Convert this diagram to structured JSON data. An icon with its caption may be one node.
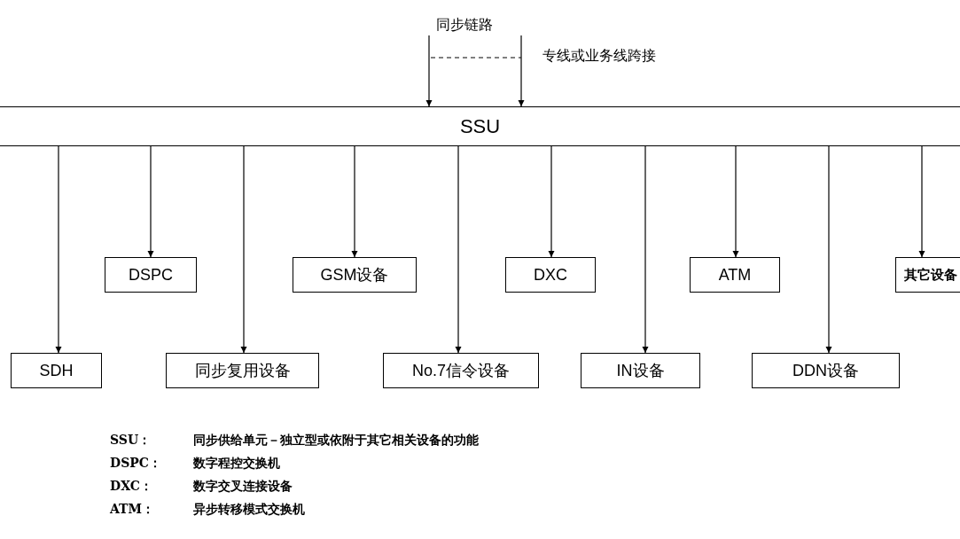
{
  "diagram": {
    "nodes": [
      {
        "text": [
          "SSU"
        ]
      },
      {
        "text": [
          "SDH"
        ]
      },
      {
        "text": [
          "DSPC"
        ]
      },
      {
        "text": [
          "同步复用设备"
        ]
      },
      {
        "text": [
          "GSM设备"
        ]
      },
      {
        "text": [
          "No.7信令设备"
        ]
      },
      {
        "text": [
          "DXC"
        ]
      },
      {
        "text": [
          "IN设备"
        ]
      },
      {
        "text": [
          "ATM"
        ]
      },
      {
        "text": [
          "DDN设备"
        ]
      },
      {
        "text": [
          "其它设备"
        ]
      }
    ],
    "edges": [
      {
        "from": null,
        "to": 0,
        "arrow": "to"
      },
      {
        "from": null,
        "to": 0,
        "arrow": "to"
      },
      {
        "from": 0,
        "to": 1,
        "arrow": "to"
      },
      {
        "from": 0,
        "to": 2,
        "arrow": "to"
      },
      {
        "from": 0,
        "to": 3,
        "arrow": "to"
      },
      {
        "from": 0,
        "to": 4,
        "arrow": "to"
      },
      {
        "from": 0,
        "to": 5,
        "arrow": "to"
      },
      {
        "from": 0,
        "to": 6,
        "arrow": "to"
      },
      {
        "from": 0,
        "to": 7,
        "arrow": "to"
      },
      {
        "from": 0,
        "to": 8,
        "arrow": "to"
      },
      {
        "from": 0,
        "to": 9,
        "arrow": "to"
      },
      {
        "from": 0,
        "to": 10,
        "arrow": "to"
      }
    ],
    "labels": [
      "同步链路",
      "专线或业务线跨接",
      "SSU：",
      "同步供给单元－独立型或依附于其它相关设备的功能",
      "DSPC：",
      "数字程控交换机",
      "DXC：",
      "数字交叉连接设备",
      "ATM：",
      "异步转移模式交换机"
    ]
  }
}
